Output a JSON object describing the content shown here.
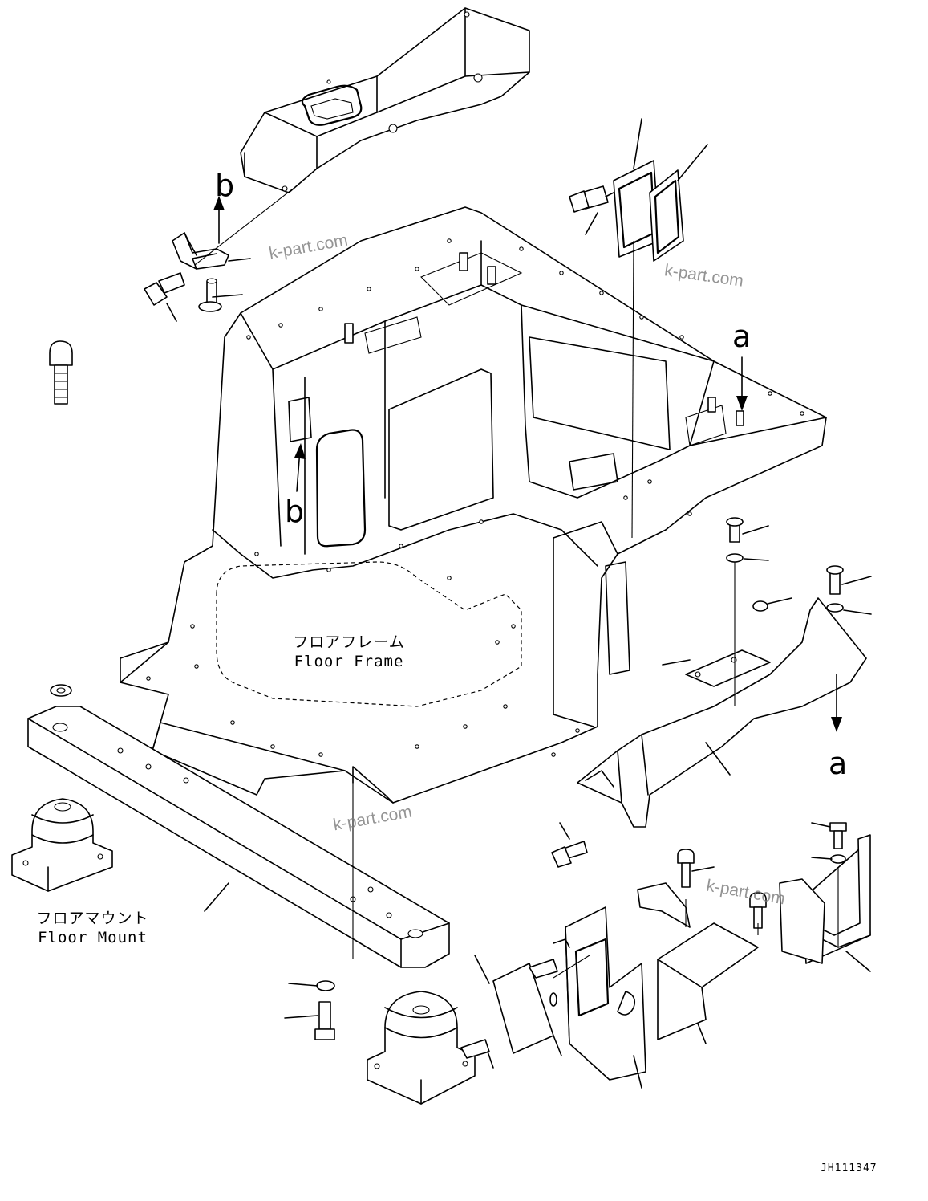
{
  "labels": {
    "ref_a_top": "a",
    "ref_a_bottom": "a",
    "ref_b_top": "b",
    "ref_b_mid": "b",
    "floor_frame_jp": "フロアフレーム",
    "floor_frame_en": "Floor Frame",
    "floor_mount_jp": "フロアマウント",
    "floor_mount_en": "Floor Mount",
    "drawing_code": "JH111347"
  },
  "watermark": "k-part.com",
  "colors": {
    "line": "#000000",
    "background": "#ffffff",
    "watermark": "#7a7a7a"
  }
}
